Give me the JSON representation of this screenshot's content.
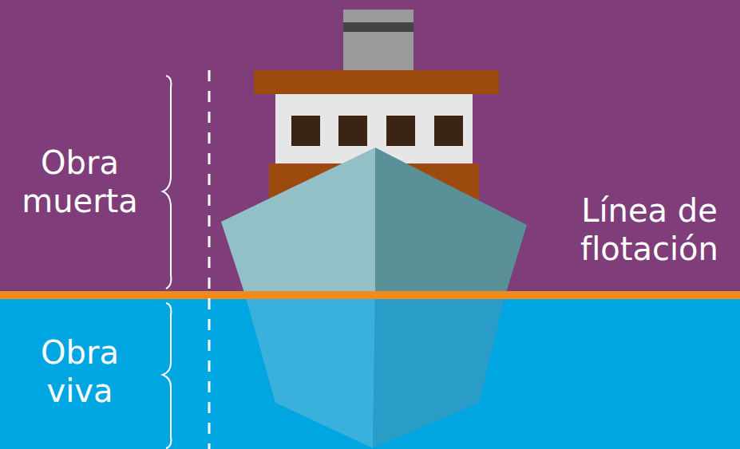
{
  "diagram": {
    "labels": [
      "Obra muerta",
      "Obra viva",
      "Línea de flotación"
    ]
  }
}
